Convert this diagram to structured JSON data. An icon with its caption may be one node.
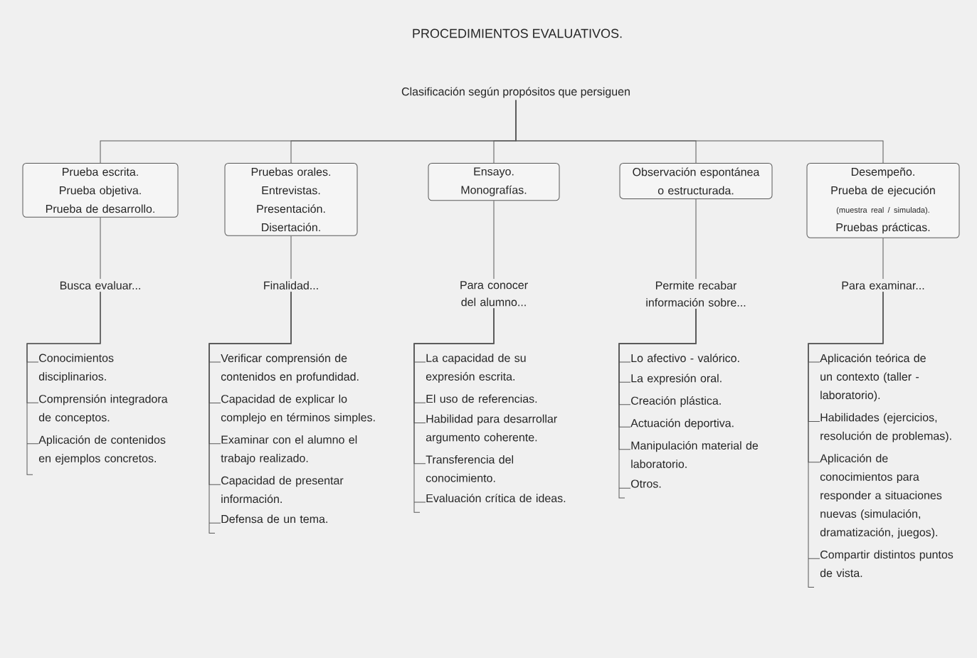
{
  "diagram": {
    "title": "PROCEDIMIENTOS EVALUATIVOS.",
    "nodes": [
      {
        "text": [
          "Clasificación según propósitos que persiguen"
        ]
      },
      {
        "text": [
          "Prueba escrita.",
          "Prueba objetiva.",
          "Prueba de desarrollo."
        ]
      },
      {
        "text": [
          "Pruebas orales.",
          "Entrevistas.",
          "Presentación.",
          "Disertación."
        ]
      },
      {
        "text": [
          "Ensayo.",
          "Monografías."
        ]
      },
      {
        "text": [
          "Observación espontánea o estructurada."
        ]
      },
      {
        "text": [
          "Desempeño.",
          "Prueba de ejecución",
          "(muestra real / simulada).",
          "Pruebas prácticas."
        ]
      },
      {
        "text": [
          "Busca evaluar..."
        ]
      },
      {
        "text": [
          "Finalidad..."
        ]
      },
      {
        "text": [
          "Para conocer del alumno..."
        ]
      },
      {
        "text": [
          "Permite recabar información sobre..."
        ]
      },
      {
        "text": [
          "Para examinar..."
        ]
      },
      {
        "text": [
          "Conocimientos disciplinarios."
        ]
      },
      {
        "text": [
          "Comprensión integradora de conceptos."
        ]
      },
      {
        "text": [
          "Aplicación de contenidos en ejemplos concretos."
        ]
      },
      {
        "text": [
          "Verificar comprensión de contenidos en profundidad."
        ]
      },
      {
        "text": [
          "Capacidad de explicar lo complejo en términos simples."
        ]
      },
      {
        "text": [
          "Examinar con el alumno el trabajo realizado."
        ]
      },
      {
        "text": [
          "Capacidad de presentar información."
        ]
      },
      {
        "text": [
          "Defensa de un tema."
        ]
      },
      {
        "text": [
          "La capacidad de su expresión escrita."
        ]
      },
      {
        "text": [
          "El uso de referencias."
        ]
      },
      {
        "text": [
          "Habilidad para desarrollar argumento coherente."
        ]
      },
      {
        "text": [
          "Transferencia del conocimiento."
        ]
      },
      {
        "text": [
          "Evaluación crítica de ideas."
        ]
      },
      {
        "text": [
          "Lo afectivo - valórico."
        ]
      },
      {
        "text": [
          "La expresión oral."
        ]
      },
      {
        "text": [
          "Creación plástica."
        ]
      },
      {
        "text": [
          "Actuación deportiva."
        ]
      },
      {
        "text": [
          "Manipulación material de laboratorio."
        ]
      },
      {
        "text": [
          "Otros."
        ]
      },
      {
        "text": [
          "Aplicación teórica de un contexto (taller - laboratorio)."
        ]
      },
      {
        "text": [
          "Habilidades (ejercicios, resolución de problemas)."
        ]
      },
      {
        "text": [
          "Aplicación de conocimientos para responder a situaciones nuevas (simulación, dramatización, juegos)."
        ]
      },
      {
        "text": [
          "Compartir distintos puntos de vista."
        ]
      }
    ],
    "edges": [
      {
        "from": 0,
        "to": 1,
        "arrow": "none"
      },
      {
        "from": 0,
        "to": 2,
        "arrow": "none"
      },
      {
        "from": 0,
        "to": 3,
        "arrow": "none"
      },
      {
        "from": 0,
        "to": 4,
        "arrow": "none"
      },
      {
        "from": 0,
        "to": 5,
        "arrow": "none"
      },
      {
        "from": 1,
        "to": 6,
        "arrow": "none"
      },
      {
        "from": 2,
        "to": 7,
        "arrow": "none"
      },
      {
        "from": 3,
        "to": 8,
        "arrow": "none"
      },
      {
        "from": 4,
        "to": 9,
        "arrow": "none"
      },
      {
        "from": 5,
        "to": 10,
        "arrow": "none"
      },
      {
        "from": 6,
        "to": 11,
        "arrow": "none"
      },
      {
        "from": 6,
        "to": 12,
        "arrow": "none"
      },
      {
        "from": 6,
        "to": 13,
        "arrow": "none"
      },
      {
        "from": 7,
        "to": 14,
        "arrow": "none"
      },
      {
        "from": 7,
        "to": 15,
        "arrow": "none"
      },
      {
        "from": 7,
        "to": 16,
        "arrow": "none"
      },
      {
        "from": 7,
        "to": 17,
        "arrow": "none"
      },
      {
        "from": 7,
        "to": 18,
        "arrow": "none"
      },
      {
        "from": 8,
        "to": 19,
        "arrow": "none"
      },
      {
        "from": 8,
        "to": 20,
        "arrow": "none"
      },
      {
        "from": 8,
        "to": 21,
        "arrow": "none"
      },
      {
        "from": 8,
        "to": 22,
        "arrow": "none"
      },
      {
        "from": 8,
        "to": 23,
        "arrow": "none"
      },
      {
        "from": 9,
        "to": 24,
        "arrow": "none"
      },
      {
        "from": 9,
        "to": 25,
        "arrow": "none"
      },
      {
        "from": 9,
        "to": 26,
        "arrow": "none"
      },
      {
        "from": 9,
        "to": 27,
        "arrow": "none"
      },
      {
        "from": 9,
        "to": 28,
        "arrow": "none"
      },
      {
        "from": 9,
        "to": 29,
        "arrow": "none"
      },
      {
        "from": 10,
        "to": 30,
        "arrow": "none"
      },
      {
        "from": 10,
        "to": 31,
        "arrow": "none"
      },
      {
        "from": 10,
        "to": 32,
        "arrow": "none"
      },
      {
        "from": 10,
        "to": 33,
        "arrow": "none"
      }
    ]
  }
}
